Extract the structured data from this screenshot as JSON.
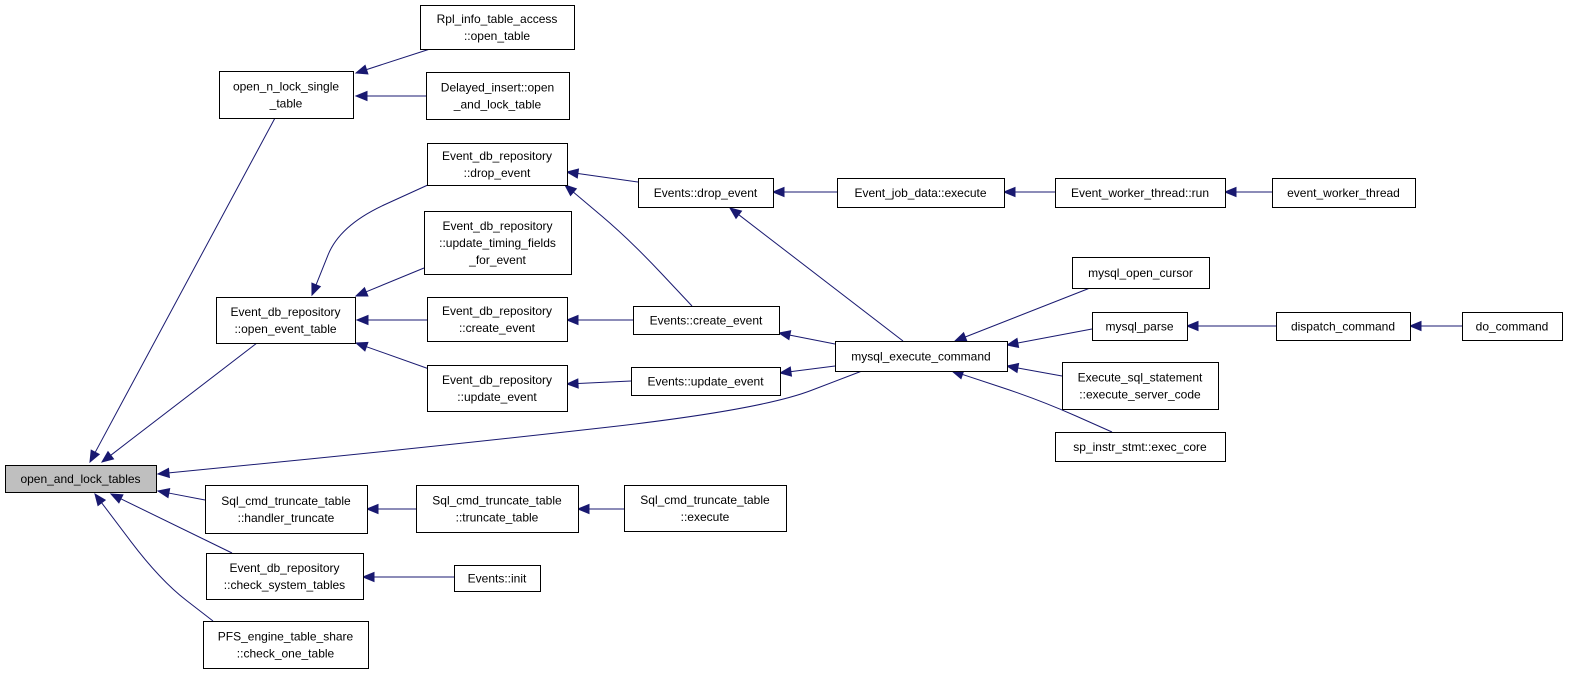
{
  "colors": {
    "edge": "#191970",
    "root_fill": "#bfbfbf",
    "node_fill": "#ffffff",
    "border": "#000000"
  },
  "nodes": [
    {
      "id": "open_and_lock_tables",
      "lines": [
        "open_and_lock_tables"
      ],
      "root": true
    },
    {
      "id": "open_n_lock_single_table",
      "lines": [
        "open_n_lock_single",
        "_table"
      ]
    },
    {
      "id": "rpl_info_open_table",
      "lines": [
        "Rpl_info_table_access",
        "::open_table"
      ]
    },
    {
      "id": "delayed_insert_open",
      "lines": [
        "Delayed_insert::open",
        "_and_lock_table"
      ]
    },
    {
      "id": "edr_drop_event",
      "lines": [
        "Event_db_repository",
        "::drop_event"
      ]
    },
    {
      "id": "edr_update_timing",
      "lines": [
        "Event_db_repository",
        "::update_timing_fields",
        "_for_event"
      ]
    },
    {
      "id": "edr_open_event_table",
      "lines": [
        "Event_db_repository",
        "::open_event_table"
      ]
    },
    {
      "id": "edr_create_event",
      "lines": [
        "Event_db_repository",
        "::create_event"
      ]
    },
    {
      "id": "edr_update_event",
      "lines": [
        "Event_db_repository",
        "::update_event"
      ]
    },
    {
      "id": "events_drop_event",
      "lines": [
        "Events::drop_event"
      ]
    },
    {
      "id": "events_create_event",
      "lines": [
        "Events::create_event"
      ]
    },
    {
      "id": "events_update_event",
      "lines": [
        "Events::update_event"
      ]
    },
    {
      "id": "event_job_data_execute",
      "lines": [
        "Event_job_data::execute"
      ]
    },
    {
      "id": "event_worker_thread_run",
      "lines": [
        "Event_worker_thread::run"
      ]
    },
    {
      "id": "event_worker_thread",
      "lines": [
        "event_worker_thread"
      ]
    },
    {
      "id": "mysql_execute_command",
      "lines": [
        "mysql_execute_command"
      ]
    },
    {
      "id": "mysql_open_cursor",
      "lines": [
        "mysql_open_cursor"
      ]
    },
    {
      "id": "mysql_parse",
      "lines": [
        "mysql_parse"
      ]
    },
    {
      "id": "dispatch_command",
      "lines": [
        "dispatch_command"
      ]
    },
    {
      "id": "do_command",
      "lines": [
        "do_command"
      ]
    },
    {
      "id": "execute_sql_statement",
      "lines": [
        "Execute_sql_statement",
        "::execute_server_code"
      ]
    },
    {
      "id": "sp_instr_stmt_exec_core",
      "lines": [
        "sp_instr_stmt::exec_core"
      ]
    },
    {
      "id": "sct_handler_truncate",
      "lines": [
        "Sql_cmd_truncate_table",
        "::handler_truncate"
      ]
    },
    {
      "id": "sct_truncate_table",
      "lines": [
        "Sql_cmd_truncate_table",
        "::truncate_table"
      ]
    },
    {
      "id": "sct_execute",
      "lines": [
        "Sql_cmd_truncate_table",
        "::execute"
      ]
    },
    {
      "id": "edr_check_system_tables",
      "lines": [
        "Event_db_repository",
        "::check_system_tables"
      ]
    },
    {
      "id": "events_init",
      "lines": [
        "Events::init"
      ]
    },
    {
      "id": "pfs_check_one_table",
      "lines": [
        "PFS_engine_table_share",
        "::check_one_table"
      ]
    }
  ],
  "edges": [
    {
      "from": "open_n_lock_single_table",
      "to": "open_and_lock_tables"
    },
    {
      "from": "edr_open_event_table",
      "to": "open_and_lock_tables"
    },
    {
      "from": "mysql_execute_command",
      "to": "open_and_lock_tables"
    },
    {
      "from": "sct_handler_truncate",
      "to": "open_and_lock_tables"
    },
    {
      "from": "edr_check_system_tables",
      "to": "open_and_lock_tables"
    },
    {
      "from": "pfs_check_one_table",
      "to": "open_and_lock_tables"
    },
    {
      "from": "rpl_info_open_table",
      "to": "open_n_lock_single_table"
    },
    {
      "from": "delayed_insert_open",
      "to": "open_n_lock_single_table"
    },
    {
      "from": "edr_drop_event",
      "to": "edr_open_event_table"
    },
    {
      "from": "edr_update_timing",
      "to": "edr_open_event_table"
    },
    {
      "from": "edr_create_event",
      "to": "edr_open_event_table"
    },
    {
      "from": "edr_update_event",
      "to": "edr_open_event_table"
    },
    {
      "from": "events_drop_event",
      "to": "edr_drop_event"
    },
    {
      "from": "events_create_event",
      "to": "edr_drop_event"
    },
    {
      "from": "events_create_event",
      "to": "edr_create_event"
    },
    {
      "from": "events_update_event",
      "to": "edr_update_event"
    },
    {
      "from": "event_job_data_execute",
      "to": "events_drop_event"
    },
    {
      "from": "mysql_execute_command",
      "to": "events_drop_event"
    },
    {
      "from": "mysql_execute_command",
      "to": "events_create_event"
    },
    {
      "from": "mysql_execute_command",
      "to": "events_update_event"
    },
    {
      "from": "event_worker_thread_run",
      "to": "event_job_data_execute"
    },
    {
      "from": "event_worker_thread",
      "to": "event_worker_thread_run"
    },
    {
      "from": "mysql_open_cursor",
      "to": "mysql_execute_command"
    },
    {
      "from": "mysql_parse",
      "to": "mysql_execute_command"
    },
    {
      "from": "execute_sql_statement",
      "to": "mysql_execute_command"
    },
    {
      "from": "sp_instr_stmt_exec_core",
      "to": "mysql_execute_command"
    },
    {
      "from": "dispatch_command",
      "to": "mysql_parse"
    },
    {
      "from": "do_command",
      "to": "dispatch_command"
    },
    {
      "from": "sct_truncate_table",
      "to": "sct_handler_truncate"
    },
    {
      "from": "sct_execute",
      "to": "sct_truncate_table"
    },
    {
      "from": "events_init",
      "to": "edr_check_system_tables"
    }
  ]
}
